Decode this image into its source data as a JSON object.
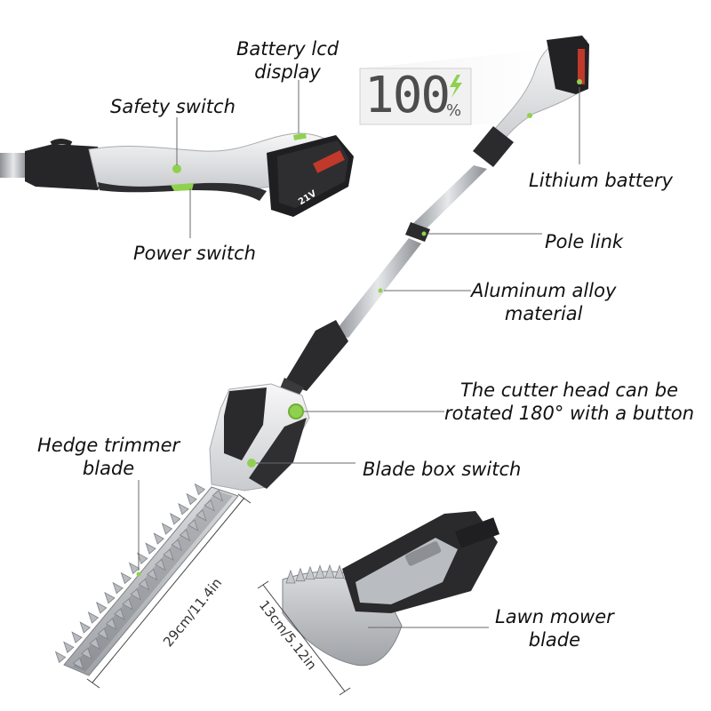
{
  "labels": {
    "battery_lcd": [
      "Battery lcd",
      "display"
    ],
    "safety_switch": "Safety switch",
    "power_switch": "Power switch",
    "lithium_battery": "Lithium battery",
    "pole_link": "Pole link",
    "aluminum": [
      "Aluminum alloy",
      "material"
    ],
    "cutter_head": [
      "The cutter head can be",
      "rotated 180° with a button"
    ],
    "hedge_blade": [
      "Hedge trimmer",
      "blade"
    ],
    "blade_box_switch": "Blade box switch",
    "lawn_blade": [
      "Lawn mower",
      "blade"
    ]
  },
  "lcd": {
    "value": "100",
    "unit": "%",
    "icon": "lightning-bolt-icon"
  },
  "battery_badge": {
    "voltage": "21V"
  },
  "dimensions": {
    "hedge_blade_length": "29cm/11.4in",
    "lawn_blade_width": "13cm/5.12in"
  },
  "colors": {
    "accent_green": "#8fd14f",
    "body_white": "#e8e9eb",
    "body_dark": "#2b2b2d",
    "metal": "#b9bcc0",
    "battery_red": "#c0392b"
  }
}
